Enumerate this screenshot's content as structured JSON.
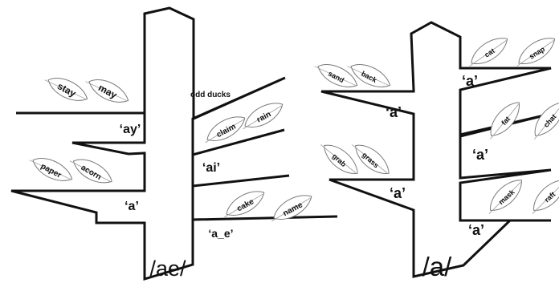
{
  "trees": [
    {
      "root": "/ae/",
      "odd_ducks": "odd ducks",
      "branches": [
        {
          "label": "‘ay’",
          "words": [
            "stay",
            "may"
          ]
        },
        {
          "label": "‘a’",
          "words": [
            "paper",
            "acorn"
          ]
        },
        {
          "label": "‘ai’",
          "words": [
            "claim",
            "rain"
          ]
        },
        {
          "label": "‘a_e’",
          "words": [
            "cake",
            "name"
          ]
        }
      ]
    },
    {
      "root": "/a/",
      "branches": [
        {
          "label": "‘a’",
          "words": [
            "sand",
            "back"
          ]
        },
        {
          "label": "‘a’",
          "words": [
            "grab",
            "grass"
          ]
        },
        {
          "label": "‘a’",
          "words": [
            "cat",
            "snap"
          ]
        },
        {
          "label": "‘a’",
          "words": [
            "fat",
            "chat"
          ]
        },
        {
          "label": "‘a’",
          "words": [
            "mask",
            "raft"
          ]
        }
      ]
    }
  ]
}
